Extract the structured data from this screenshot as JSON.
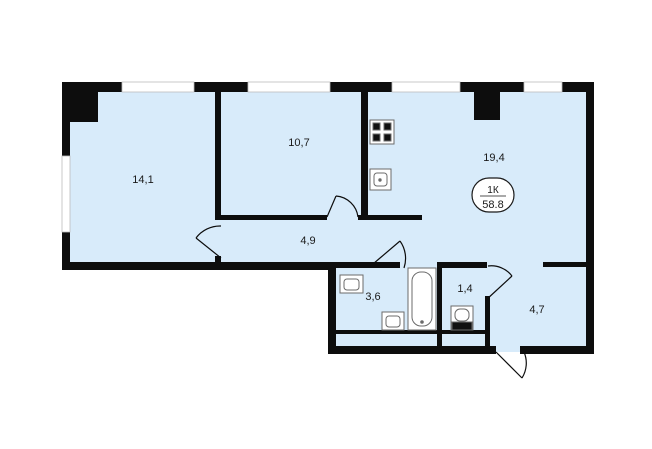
{
  "rooms": [
    {
      "id": "room-1",
      "area": "14,1"
    },
    {
      "id": "room-2",
      "area": "10,7"
    },
    {
      "id": "kitchen-living",
      "area": "19,4"
    },
    {
      "id": "corridor",
      "area": "4,9"
    },
    {
      "id": "bathroom",
      "area": "3,6"
    },
    {
      "id": "toilet",
      "area": "1,4"
    },
    {
      "id": "hall",
      "area": "4,7"
    }
  ],
  "badge": {
    "type": "1К",
    "total": "58.8"
  },
  "colors": {
    "floor": "#d8ebfa",
    "wall": "#0d0d0d",
    "window": "#ffffff",
    "fixture_line": "#6b6b6b"
  }
}
